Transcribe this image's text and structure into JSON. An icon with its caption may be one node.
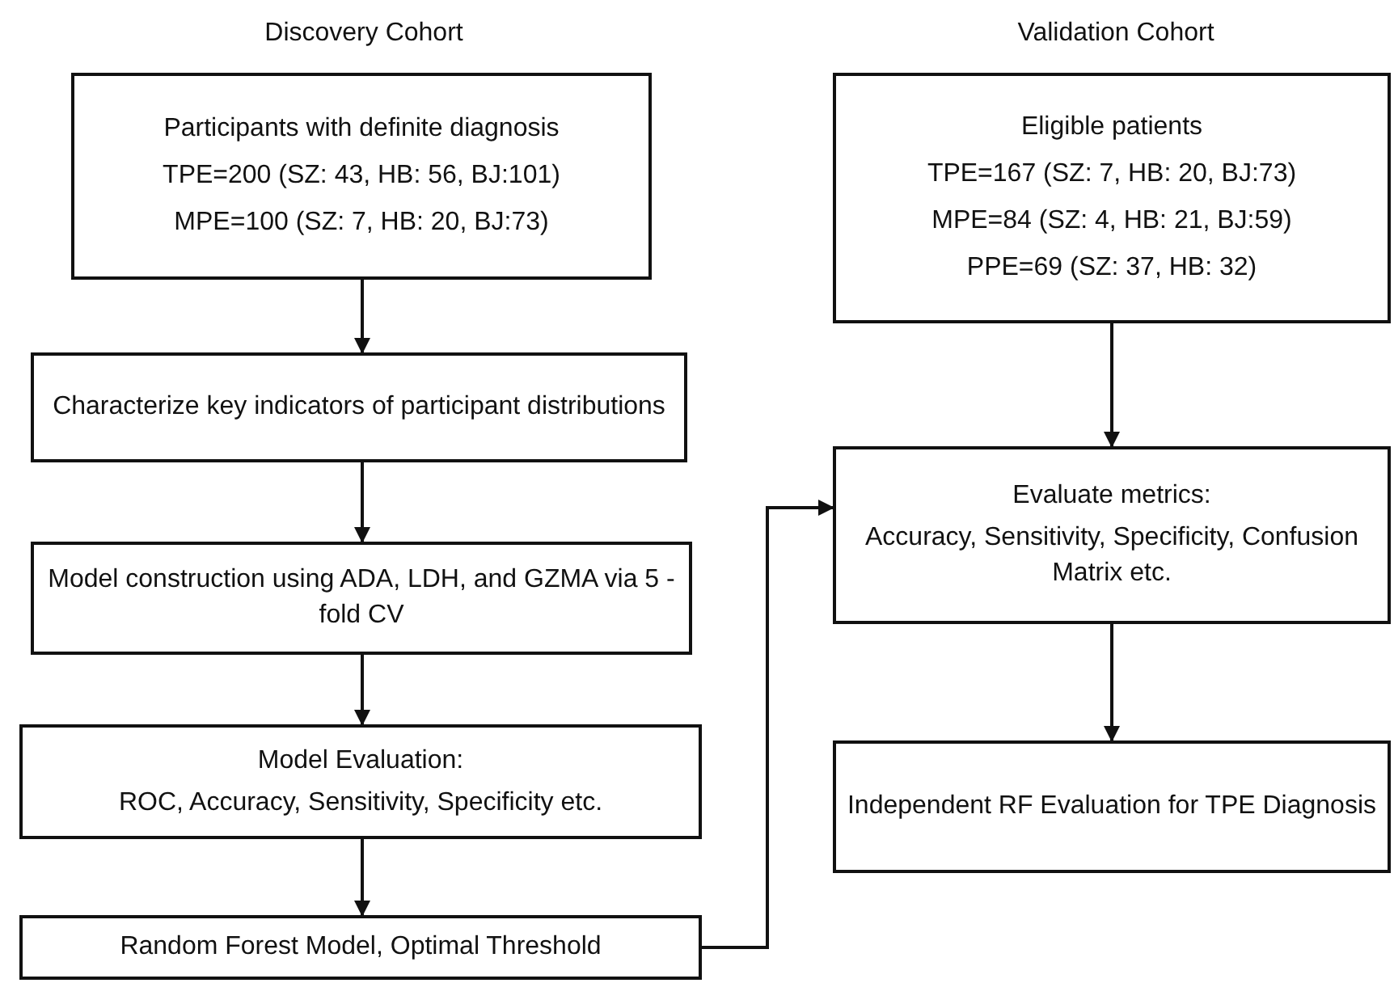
{
  "diagram": {
    "nodes": [
      {
        "text": [
          "Participants with definite diagnosis",
          "TPE=200 (SZ: 43, HB: 56, BJ:101)",
          "MPE=100 (SZ: 7, HB: 20, BJ:73)"
        ]
      },
      {
        "text": [
          "Characterize key indicators of participant distributions"
        ]
      },
      {
        "text": [
          "Model construction using ADA, LDH, and GZMA via 5 - fold CV"
        ]
      },
      {
        "text": [
          "Model Evaluation:",
          "ROC, Accuracy, Sensitivity, Specificity etc."
        ]
      },
      {
        "text": [
          "Random Forest Model, Optimal Threshold"
        ]
      },
      {
        "text": [
          "Eligible patients",
          "TPE=167 (SZ: 7, HB: 20, BJ:73)",
          "MPE=84 (SZ: 4, HB: 21, BJ:59)",
          "PPE=69 (SZ: 37, HB: 32)"
        ]
      },
      {
        "text": [
          "Evaluate metrics:",
          "Accuracy, Sensitivity, Specificity, Confusion Matrix etc."
        ]
      },
      {
        "text": [
          "Independent RF Evaluation for TPE Diagnosis"
        ]
      }
    ],
    "edges": [
      {
        "from": 0,
        "to": 1,
        "arrow": "to"
      },
      {
        "from": 1,
        "to": 2,
        "arrow": "to"
      },
      {
        "from": 2,
        "to": 3,
        "arrow": "to"
      },
      {
        "from": 3,
        "to": 4,
        "arrow": "to"
      },
      {
        "from": 4,
        "to": 6,
        "arrow": "to"
      },
      {
        "from": 5,
        "to": 6,
        "arrow": "to"
      },
      {
        "from": 6,
        "to": 7,
        "arrow": "to"
      }
    ],
    "labels": [
      "Discovery Cohort",
      "Validation Cohort"
    ]
  }
}
